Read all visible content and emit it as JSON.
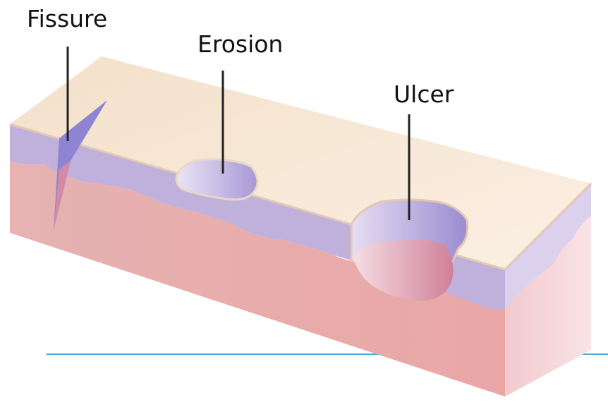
{
  "labels": {
    "fissure": "Fissure",
    "erosion": "Erosion",
    "ulcer": "Ulcer"
  },
  "colors": {
    "epidermis_top": "#f6e7d6",
    "epidermis_layer": "#b9a9d6",
    "dermis": "#e8a9a9",
    "lesion_purple": "#9d8fd0",
    "lesion_pink": "#d88fa5",
    "leader_line": "#222222",
    "baseline": "#4aa8d8"
  }
}
